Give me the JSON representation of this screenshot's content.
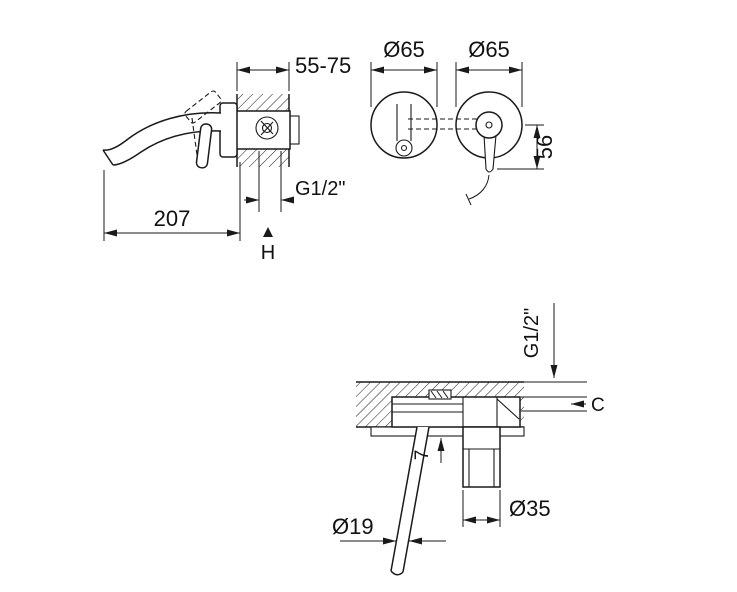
{
  "colors": {
    "line": "#1a1a1a",
    "background": "#ffffff"
  },
  "labels": {
    "side": {
      "wall_range": "55-75",
      "reach": "207",
      "thread": "G1/2\"",
      "height_ref": "H"
    },
    "front": {
      "left_dia": "Ø65",
      "right_dia": "Ø65",
      "handle_len": "56"
    },
    "section": {
      "thread": "G1/2\"",
      "depth_ref": "C",
      "plate_offset": "7",
      "tube_dia": "Ø19",
      "body_dia": "Ø35"
    }
  }
}
